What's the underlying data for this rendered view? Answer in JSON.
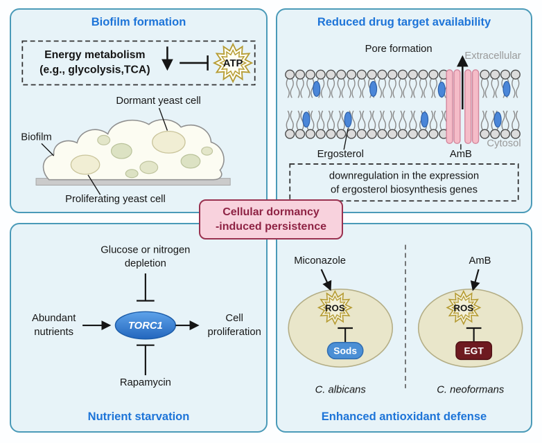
{
  "badge": {
    "line1": "Cellular dormancy",
    "line2": "-induced persistence"
  },
  "biofilm": {
    "title": "Biofilm formation",
    "energy1": "Energy metabolism",
    "energy2": "(e.g., glycolysis,TCA)",
    "atp": "ATP",
    "dormant": "Dormant yeast cell",
    "biofilm_label": "Biofilm",
    "proliferating": "Proliferating yeast cell"
  },
  "drug": {
    "title": "Reduced drug target availability",
    "pore": "Pore formation",
    "extracellular": "Extracellular",
    "cytosol": "Cytosol",
    "ergosterol": "Ergosterol",
    "amb": "AmB",
    "downreg1": "downregulation in the expression",
    "downreg2": "of ergosterol biosynthesis genes"
  },
  "nutrient": {
    "title": "Nutrient starvation",
    "depletion1": "Glucose or nitrogen",
    "depletion2": "depletion",
    "abundant1": "Abundant",
    "abundant2": "nutrients",
    "torc1": "TORC1",
    "cell1": "Cell",
    "cell2": "proliferation",
    "rapamycin": "Rapamycin"
  },
  "antiox": {
    "title": "Enhanced antioxidant defense",
    "miconazole": "Miconazole",
    "amb": "AmB",
    "ros_left": "ROS",
    "ros_right": "ROS",
    "sods": "Sods",
    "egt": "EGT",
    "species_left": "C. albicans",
    "species_right": "C. neoformans"
  },
  "colors": {
    "panel_border": "#4a9ab8",
    "panel_fill": "#e7f3f8",
    "heading_blue": "#1d74d8",
    "badge_fill": "#f8d2dd",
    "badge_border": "#99314f",
    "badge_text": "#8e2344",
    "torc1_blue": "#2e7cd6",
    "sods_blue": "#4b8fd5",
    "egt_maroon": "#6e1a20",
    "ergosterol_blue": "#4a86d8",
    "amb_pink": "#f5bcc8",
    "cell_beige": "#e9e6ca",
    "starburst_gold": "#b59b32",
    "gray_label": "#9a9a9a"
  }
}
